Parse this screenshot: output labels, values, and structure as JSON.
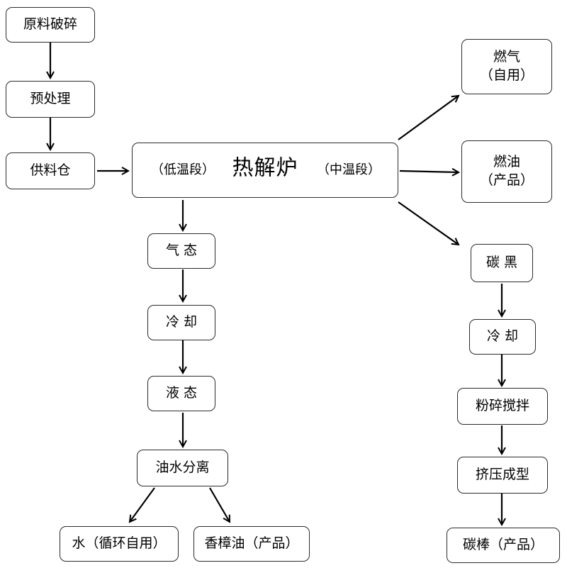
{
  "nodes": {
    "crush": "原料破碎",
    "pretreat": "预处理",
    "feed_bin": "供料仓",
    "furnace": {
      "left": "（低温段）",
      "center": "热解炉",
      "right": "（中温段）"
    },
    "gas_state": "气 态",
    "cool_left": "冷 却",
    "liquid_state": "液 态",
    "oil_water_sep": "油水分离",
    "water": "水（循环自用）",
    "camphor_oil": "香樟油（产品）",
    "fuel_gas": {
      "line1": "燃气",
      "line2": "（自用）"
    },
    "fuel_oil": {
      "line1": "燃油",
      "line2": "（产品）"
    },
    "carbon_black": "碳 黑",
    "cool_right": "冷 却",
    "grind_mix": "粉碎搅拌",
    "extrude": "挤压成型",
    "carbon_rod": "碳棒（产品）"
  }
}
